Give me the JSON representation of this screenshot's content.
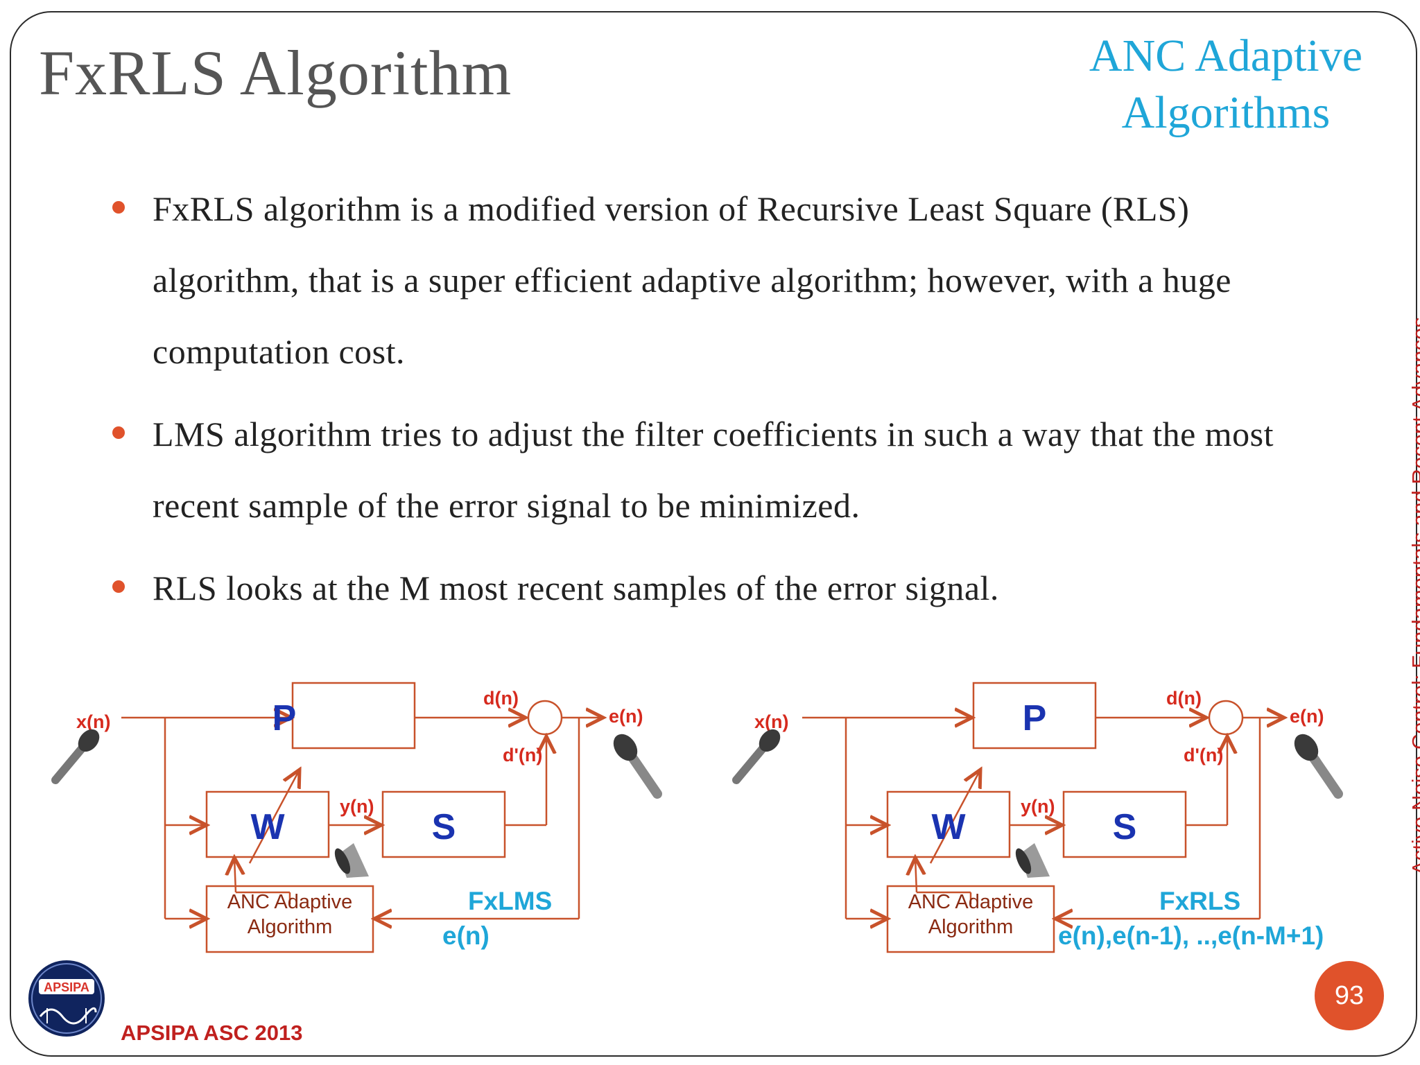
{
  "slide": {
    "title": "FxRLS Algorithm",
    "section_line1": "ANC Adaptive",
    "section_line2": "Algorithms",
    "bullets": [
      "FxRLS algorithm is a modified version of Recursive Least Square (RLS) algorithm, that is a super efficient adaptive algorithm; however, with a huge computation cost.",
      "LMS algorithm tries to adjust the filter coefficients in such a way that the most recent sample of the error signal to be minimized.",
      "RLS looks at the M most recent samples of the error signal."
    ],
    "side_text": "Active Noise Control: Fundamentals and Recent Advances",
    "footer": "APSIPA ASC 2013",
    "page_number": "93",
    "logo_text": "APSIPA",
    "colors": {
      "accent": "#e0522b",
      "title": "#555555",
      "section": "#1fa6d8",
      "side": "#c0201e",
      "line": "#c8522b",
      "label_blue": "#1fa6d8",
      "block_blue": "#1a33b0"
    }
  },
  "diagrams": [
    {
      "x_label": "x(n)",
      "d_label": "d(n)",
      "e_label": "e(n)",
      "dprime_label": "d'(n)",
      "y_label": "y(n)",
      "P": "P",
      "W": "W",
      "S": "S",
      "anc_line1": "ANC Adaptive",
      "anc_line2": "Algorithm",
      "algo_name": "FxLMS",
      "error_text": "e(n)"
    },
    {
      "x_label": "x(n)",
      "d_label": "d(n)",
      "e_label": "e(n)",
      "dprime_label": "d'(n)",
      "y_label": "y(n)",
      "P": "P",
      "W": "W",
      "S": "S",
      "anc_line1": "ANC Adaptive",
      "anc_line2": "Algorithm",
      "algo_name": "FxRLS",
      "error_text": "e(n),e(n-1), ..,e(n-M+1)"
    }
  ]
}
